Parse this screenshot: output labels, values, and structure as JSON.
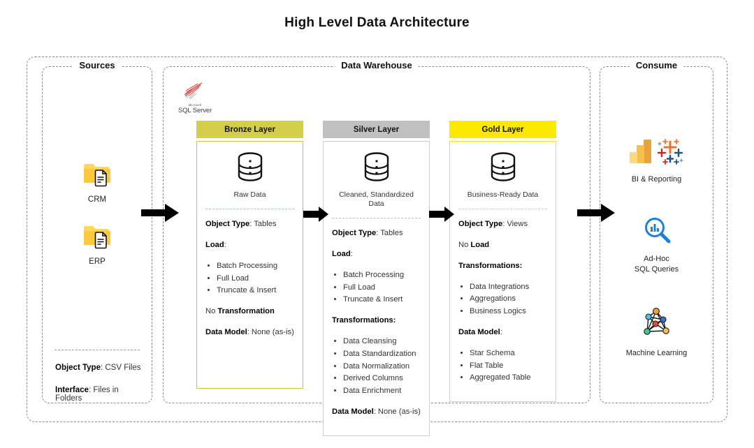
{
  "title": "High Level Data Architecture",
  "panels": {
    "sources": {
      "title": "Sources",
      "items": [
        {
          "label": "CRM",
          "icon": "folder-file-icon"
        },
        {
          "label": "ERP",
          "icon": "folder-file-icon"
        }
      ],
      "meta": [
        {
          "label": "Object Type",
          "sep": ": ",
          "value": "CSV Files"
        },
        {
          "label": "Interface",
          "sep": ": ",
          "value": "Files in Folders"
        }
      ]
    },
    "data_warehouse": {
      "title": "Data Warehouse",
      "platform": {
        "vendor": "Microsoft",
        "name": "SQL Server",
        "icon": "sql-server-icon"
      },
      "layers": [
        {
          "name": "Bronze Layer",
          "header_color": "#d4cd4a",
          "border_color": "#cfc23a",
          "icon": "database-icon",
          "icon_label": "Raw Data",
          "object_type_label": "Object Type",
          "object_type_value": "Tables",
          "load_label": "Load",
          "load_suffix": ":",
          "load_items": [
            "Batch Processing",
            "Full Load",
            "Truncate & Insert"
          ],
          "transformation_prefix": "No ",
          "transformation_label": "Transformation",
          "transformation_items": [],
          "data_model_label": "Data Model",
          "data_model_value": ": None (as-is)",
          "data_model_items": []
        },
        {
          "name": "Silver Layer",
          "header_color": "#c0c0c0",
          "border_color": "#cccccc",
          "icon": "database-icon",
          "icon_label": "Cleaned, Standardized Data",
          "object_type_label": "Object Type",
          "object_type_value": "Tables",
          "load_label": "Load",
          "load_suffix": ":",
          "load_items": [
            "Batch Processing",
            "Full Load",
            "Truncate & Insert"
          ],
          "transformation_prefix": "",
          "transformation_label": "Transformations:",
          "transformation_items": [
            "Data Cleansing",
            "Data Standardization",
            "Data Normalization",
            "Derived Columns",
            "Data Enrichment"
          ],
          "data_model_label": "Data Model",
          "data_model_value": ": None (as-is)",
          "data_model_items": []
        },
        {
          "name": "Gold Layer",
          "header_color": "#fbe900",
          "border_color": "#f5e400",
          "icon": "database-icon",
          "icon_label": "Business-Ready Data",
          "object_type_label": "Object Type",
          "object_type_value": "Views",
          "load_label": "Load",
          "load_prefix": "No ",
          "load_suffix": "",
          "load_items": [],
          "transformation_prefix": "",
          "transformation_label": "Transformations:",
          "transformation_items": [
            "Data Integrations",
            "Aggregations",
            "Business Logics"
          ],
          "data_model_label": "Data Model",
          "data_model_value": ":",
          "data_model_items": [
            "Star Schema",
            "Flat Table",
            "Aggregated Table"
          ]
        }
      ]
    },
    "consume": {
      "title": "Consume",
      "items": [
        {
          "label": "BI & Reporting",
          "icon": "power-bi-and-tableau-icon"
        },
        {
          "label": "Ad-Hoc\nSQL Queries",
          "label_line1": "Ad-Hoc",
          "label_line2": "SQL Queries",
          "icon": "magnifier-chart-icon"
        },
        {
          "label": "Machine Learning",
          "icon": "neural-network-icon"
        }
      ]
    }
  },
  "arrows": [
    {
      "name": "arrow-sources-to-dw"
    },
    {
      "name": "arrow-bronze-to-silver"
    },
    {
      "name": "arrow-silver-to-gold"
    },
    {
      "name": "arrow-dw-to-consume"
    }
  ],
  "colors": {
    "bronze": "#d4cd4a",
    "silver": "#c0c0c0",
    "gold": "#fbe900",
    "folder": "#fbc02d",
    "frame": "#8a8a8a"
  }
}
